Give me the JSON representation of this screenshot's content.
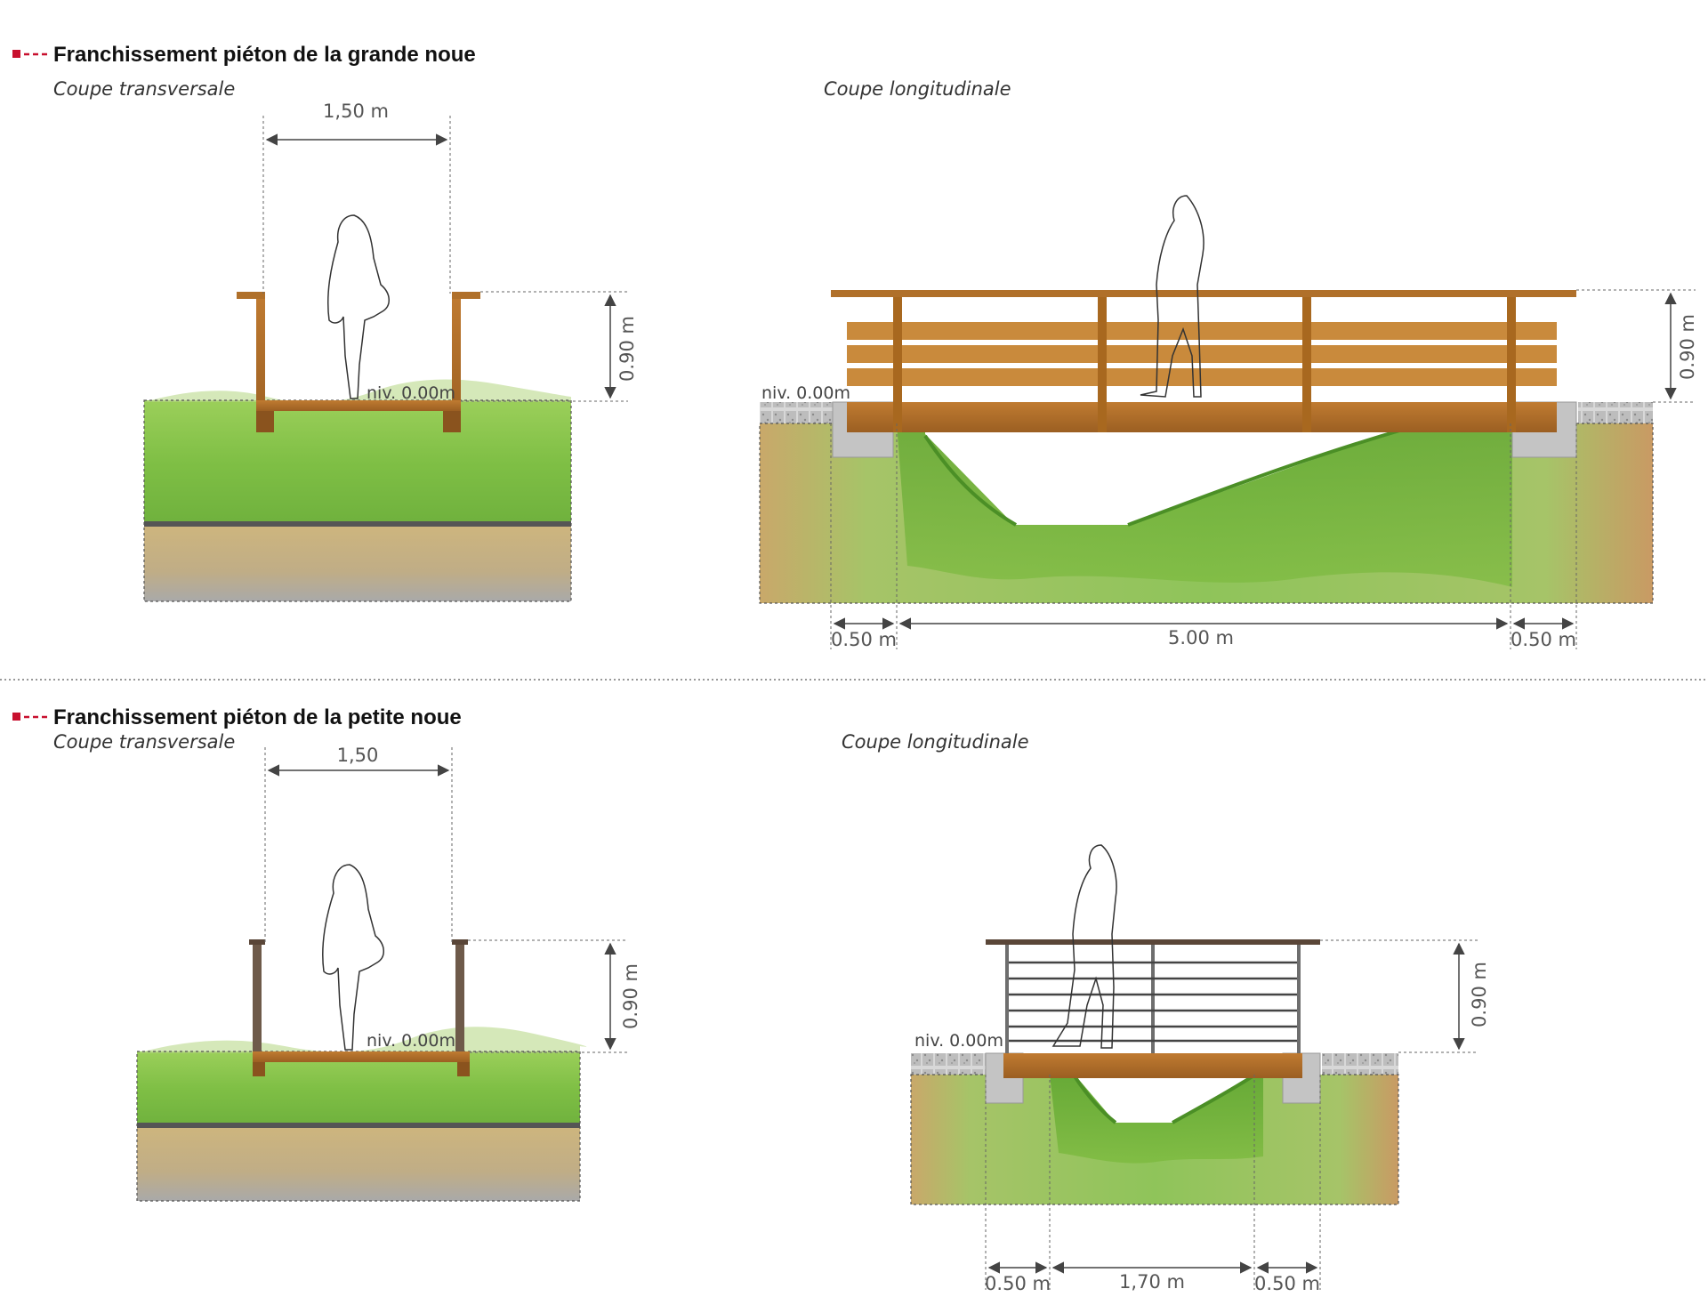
{
  "colors": {
    "accent": "#c8102e",
    "wood": "#b0702a",
    "wood_dark": "#7a4a1c",
    "grass": "#8dc63f",
    "soil": "#c9b27c",
    "concrete": "#c4c4c4",
    "dim_line": "#444444"
  },
  "section_top": {
    "title": "Franchissement piéton de la grande noue",
    "transversal": {
      "label": "Coupe transversale",
      "width_dim": "1,50 m",
      "height_dim": "0.90 m",
      "level": "niv. 0.00m"
    },
    "longitudinal": {
      "label": "Coupe longitudinale",
      "height_dim": "0.90 m",
      "level": "niv. 0.00m",
      "dim_left": "0.50 m",
      "dim_span": "5.00 m",
      "dim_right": "0.50 m"
    }
  },
  "section_bottom": {
    "title": "Franchissement piéton de la petite noue",
    "transversal": {
      "label": "Coupe transversale",
      "width_dim": "1,50",
      "height_dim": "0.90 m",
      "level": "niv. 0.00m"
    },
    "longitudinal": {
      "label": "Coupe longitudinale",
      "height_dim": "0.90 m",
      "level": "niv. 0.00m",
      "dim_left": "0.50 m",
      "dim_span": "1,70 m",
      "dim_right": "0.50 m"
    }
  }
}
